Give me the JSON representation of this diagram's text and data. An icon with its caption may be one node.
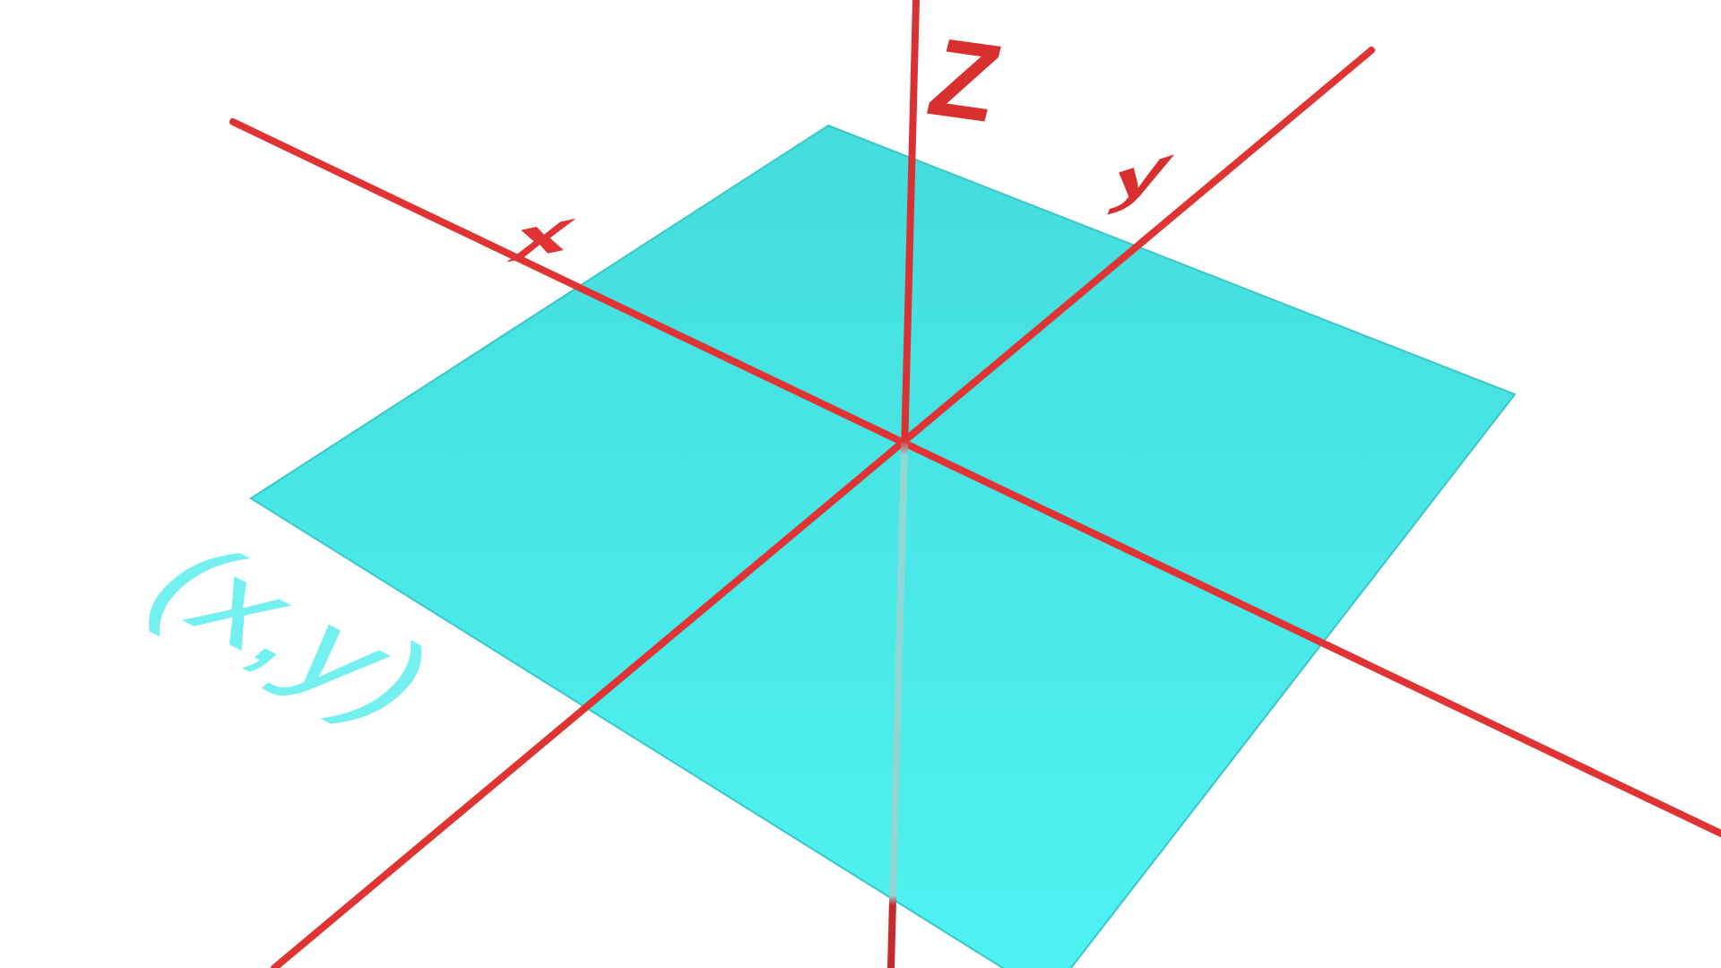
{
  "diagram": {
    "labels": [
      "Z",
      "y",
      "x",
      "(x,y)"
    ]
  }
}
